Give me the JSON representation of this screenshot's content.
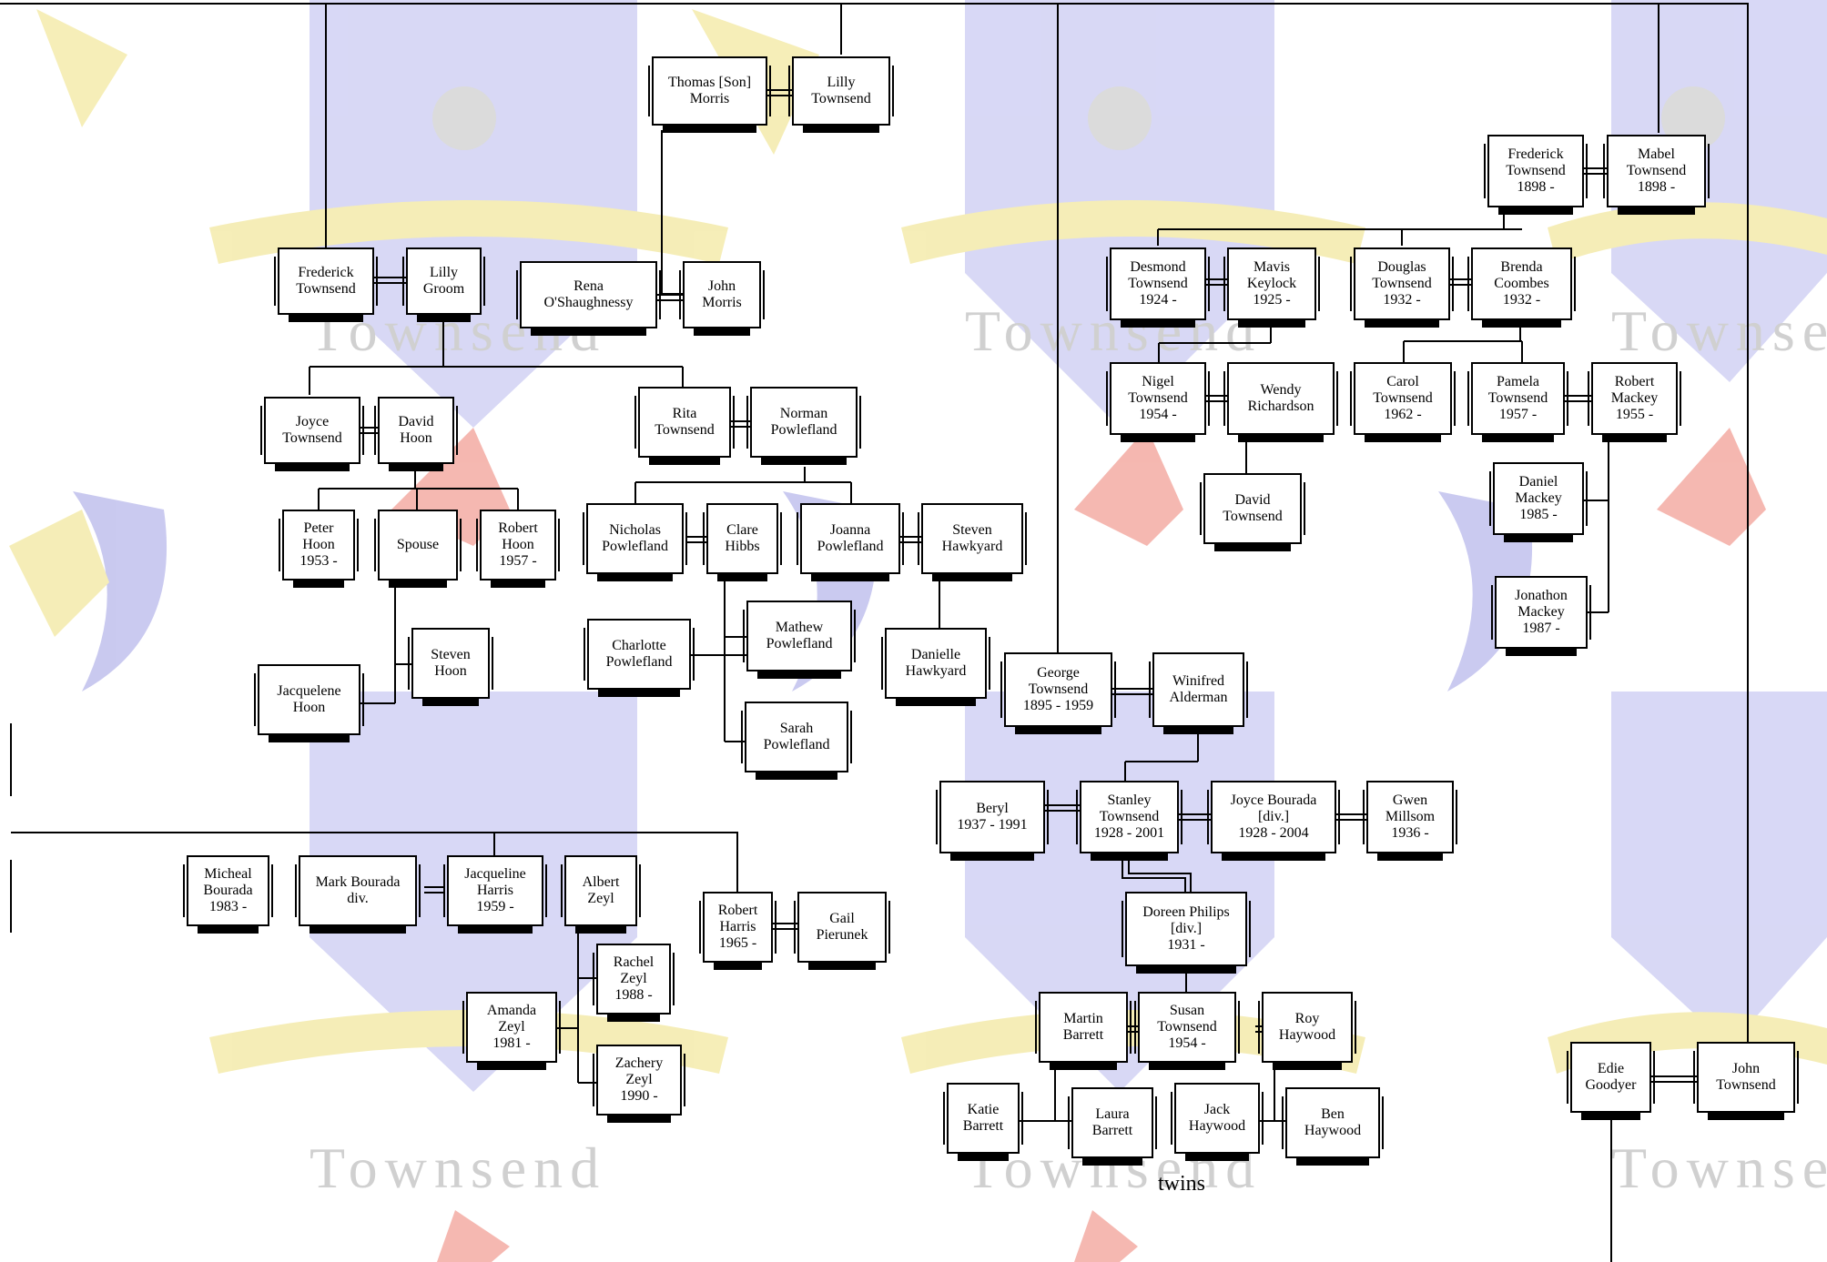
{
  "people": {
    "p_tmorris": {
      "text": "Thomas [Son]\nMorris"
    },
    "p_ltownsend": {
      "text": "Lilly\nTownsend"
    },
    "p_fred1": {
      "text": "Frederick\nTownsend"
    },
    "p_lgroom": {
      "text": "Lilly\nGroom"
    },
    "p_rena": {
      "text": "Rena\nO'Shaughnessy"
    },
    "p_jmorris": {
      "text": "John\nMorris"
    },
    "p_joyce": {
      "text": "Joyce\nTownsend"
    },
    "p_dhoon": {
      "text": "David\nHoon"
    },
    "p_rita": {
      "text": "Rita\nTownsend"
    },
    "p_norman": {
      "text": "Norman\nPowlefland"
    },
    "p_phoon": {
      "text": "Peter\nHoon\n1953 -"
    },
    "p_spouse": {
      "text": "Spouse"
    },
    "p_rhoon": {
      "text": "Robert\nHoon\n1957 -"
    },
    "p_nicholas": {
      "text": "Nicholas\nPowlefland"
    },
    "p_clare": {
      "text": "Clare\nHibbs"
    },
    "p_joanna": {
      "text": "Joanna\nPowlefland"
    },
    "p_steven_h": {
      "text": "Steven\nHawkyard"
    },
    "p_shoon": {
      "text": "Steven\nHoon"
    },
    "p_jhoon": {
      "text": "Jacquelene\nHoon"
    },
    "p_charlotte": {
      "text": "Charlotte\nPowlefland"
    },
    "p_mathew": {
      "text": "Mathew\nPowlefland"
    },
    "p_sarah": {
      "text": "Sarah\nPowlefland"
    },
    "p_danielle": {
      "text": "Danielle\nHawkyard"
    },
    "p_micheal": {
      "text": "Micheal\nBourada\n1983 -"
    },
    "p_mark": {
      "text": "Mark Bourada\ndiv."
    },
    "p_jacqueline": {
      "text": "Jacqueline\nHarris\n1959 -"
    },
    "p_albert": {
      "text": "Albert\nZeyl"
    },
    "p_robharris": {
      "text": "Robert\nHarris\n1965 -"
    },
    "p_gail": {
      "text": "Gail\nPierunek"
    },
    "p_rachel": {
      "text": "Rachel\nZeyl\n1988 -"
    },
    "p_amanda": {
      "text": "Amanda\nZeyl\n1981 -"
    },
    "p_zachery": {
      "text": "Zachery\nZeyl\n1990 -"
    },
    "p_fred2": {
      "text": "Frederick\nTownsend\n1898 -"
    },
    "p_mabel": {
      "text": "Mabel\nTownsend\n1898 -"
    },
    "p_desmond": {
      "text": "Desmond\nTownsend\n1924 -"
    },
    "p_mavis": {
      "text": "Mavis\nKeylock\n1925 -"
    },
    "p_douglas": {
      "text": "Douglas\nTownsend\n1932 -"
    },
    "p_brenda": {
      "text": "Brenda\nCoombes\n1932 -"
    },
    "p_nigel": {
      "text": "Nigel\nTownsend\n1954 -"
    },
    "p_wendy": {
      "text": "Wendy\nRichardson"
    },
    "p_carol": {
      "text": "Carol\nTownsend\n1962 -"
    },
    "p_pamela": {
      "text": "Pamela\nTownsend\n1957 -"
    },
    "p_rmackey": {
      "text": "Robert\nMackey\n1955 -"
    },
    "p_davidt": {
      "text": "David\nTownsend"
    },
    "p_daniel": {
      "text": "Daniel\nMackey\n1985 -"
    },
    "p_jonathon": {
      "text": "Jonathon\nMackey\n1987 -"
    },
    "p_george": {
      "text": "George\nTownsend\n1895 - 1959"
    },
    "p_winifred": {
      "text": "Winifred\nAlderman"
    },
    "p_beryl": {
      "text": "Beryl\n1937 - 1991"
    },
    "p_stanley": {
      "text": "Stanley\nTownsend\n1928 - 2001"
    },
    "p_joyceb": {
      "text": "Joyce Bourada\n[div.]\n1928 - 2004"
    },
    "p_gwen": {
      "text": "Gwen\nMillsom\n1936 -"
    },
    "p_doreen": {
      "text": "Doreen Philips\n[div.]\n1931 -"
    },
    "p_martin": {
      "text": "Martin\nBarrett"
    },
    "p_susan": {
      "text": "Susan\nTownsend\n1954 -"
    },
    "p_roy": {
      "text": "Roy\nHaywood"
    },
    "p_katie": {
      "text": "Katie\nBarrett"
    },
    "p_laura": {
      "text": "Laura\nBarrett"
    },
    "p_jack": {
      "text": "Jack\nHaywood"
    },
    "p_ben": {
      "text": "Ben\nHaywood"
    },
    "p_edie": {
      "text": "Edie\nGoodyer"
    },
    "p_johnt": {
      "text": "John\nTownsend"
    }
  },
  "annotations": {
    "twins": "twins"
  },
  "watermark": {
    "motto": "Townsend",
    "colors": {
      "shield": "#c8c8f0",
      "mantle": "#f5ec9a",
      "deer": "#f0a8a0",
      "leaf": "#b4b4e8"
    }
  }
}
